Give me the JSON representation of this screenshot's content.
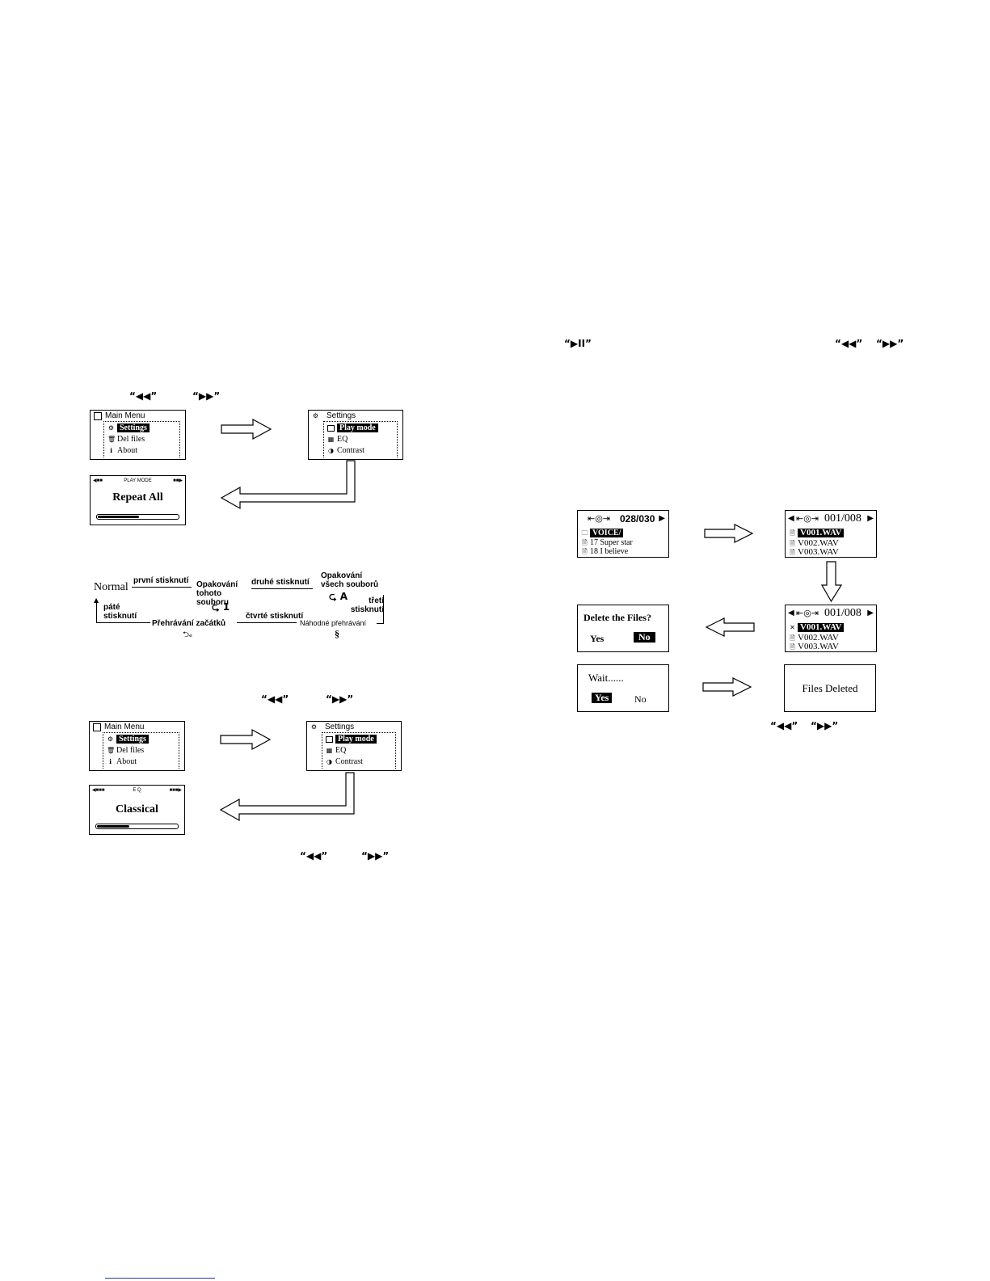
{
  "buttons": {
    "prev_label": "“◀◀”",
    "next_label": "“▶▶”",
    "play_label": "“▶II”"
  },
  "menu": {
    "main_title": "Main Menu",
    "items": [
      "Settings",
      "Del files",
      "About"
    ],
    "settings_title": "Settings",
    "settings_items": [
      "Play mode",
      "EQ",
      "Contrast"
    ]
  },
  "playmode_screen": {
    "header": "PLAY MODE",
    "value": "Repeat All",
    "progress": 0.5
  },
  "eq_screen": {
    "header": "E Q",
    "value": "Classical",
    "progress": 0.4
  },
  "flow": {
    "start": "Normal",
    "first_press": "první stisknutí",
    "repeat_one": "Opakování tohoto souboru",
    "repeat_one_symbol": "⮎ 1",
    "second_press": "druhé stisknutí",
    "repeat_all": "Opakování všech souborů",
    "repeat_all_symbol": "⮎ A",
    "third_press": "třetí stisknutí",
    "random": "Náhodné přehrávání",
    "random_symbol": "§",
    "fourth_press": "čtvrté stisknutí",
    "intro": "Přehrávání začátků",
    "intro_symbol": "⮌ₑ",
    "fifth_press": "páté stisknutí"
  },
  "delete_flow": {
    "browser_counter": "028/030",
    "browser_items": [
      "VOICE/",
      "17 Super star",
      "18 I believe"
    ],
    "files_counter": "001/008",
    "files": [
      "V001.WAV",
      "V002.WAV",
      "V003.WAV"
    ],
    "confirm_question": "Delete the Files?",
    "yes": "Yes",
    "no": "No",
    "wait": "Wait......",
    "deleted": "Files Deleted"
  }
}
